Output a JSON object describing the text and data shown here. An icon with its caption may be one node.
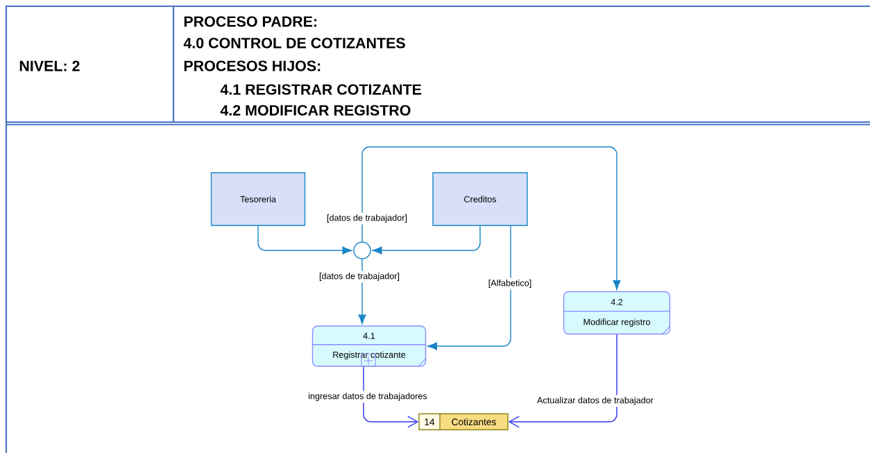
{
  "diagram": {
    "nodes": [
      {
        "text": [
          "Tesoreria"
        ]
      },
      {
        "text": [
          "Creditos"
        ]
      },
      {
        "text": [],
        "shape": "circle"
      },
      {
        "text": [
          "4.1",
          "Registrar cotizante"
        ]
      },
      {
        "text": [
          "4.2",
          "Modificar registro"
        ]
      },
      {
        "text": [
          "14",
          "Cotizantes"
        ]
      }
    ],
    "edges": [
      {
        "from": 0,
        "to": 2,
        "arrow": "to"
      },
      {
        "from": 1,
        "to": 2,
        "arrow": "to"
      },
      {
        "from": 2,
        "to": 3,
        "arrow": "to",
        "label": "[datos de trabajador]"
      },
      {
        "from": 2,
        "to": 4,
        "arrow": "to",
        "label": "[datos de trabajador]"
      },
      {
        "from": 1,
        "to": 3,
        "arrow": "to",
        "label": "[Alfabetico]"
      },
      {
        "from": 3,
        "to": 5,
        "arrow": "to",
        "label": "ingresar datos de trabajadores",
        "color": "#3333ee"
      },
      {
        "from": 4,
        "to": 5,
        "arrow": "to",
        "label": "Actualizar datos de trabajador",
        "color": "#3333ee"
      }
    ],
    "labels": [
      "NIVEL: 2",
      "PROCESO PADRE:",
      "4.0 CONTROL DE COTIZANTES",
      "PROCESOS HIJOS:",
      "4.1 REGISTRAR COTIZANTE",
      "4.2 MODIFICAR REGISTRO"
    ]
  }
}
